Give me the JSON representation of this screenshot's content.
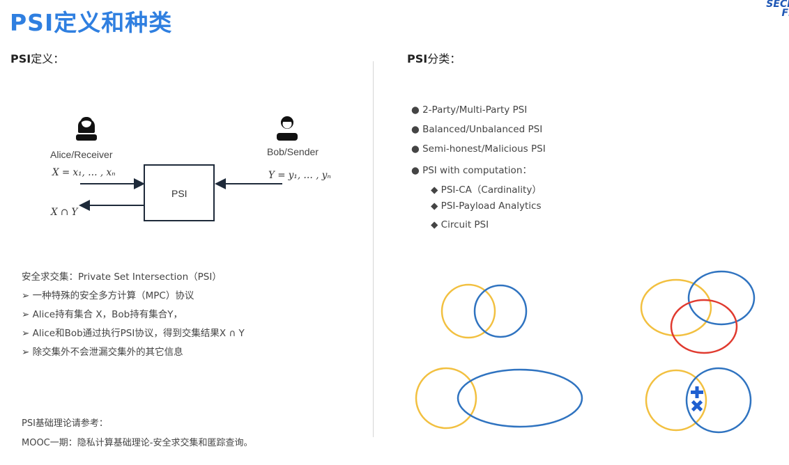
{
  "title": "PSI定义和种类",
  "logo": {
    "line1": "SECR",
    "line2": "FL"
  },
  "left": {
    "heading_bold": "PSI",
    "heading_rest": "定义：",
    "diagram": {
      "alice_label": "Alice/Receiver",
      "bob_label": "Bob/Sender",
      "alice_input": "X = x₁, … , xₙ",
      "bob_input": "Y = y₁, … , yₙ",
      "box_label": "PSI",
      "output": "X ∩ Y"
    },
    "definition_lines": [
      "安全求交集：Private Set Intersection（PSI）",
      "➢ 一种特殊的安全多方计算（MPC）协议",
      "➢ Alice持有集合 X，Bob持有集合Y，",
      "➢ Alice和Bob通过执行PSI协议，得到交集结果X ∩ Y",
      "➢ 除交集外不会泄漏交集外的其它信息"
    ],
    "reference_lines": [
      "PSI基础理论请参考：",
      "MOOC一期：隐私计算基础理论-安全求交集和匿踪查询。"
    ]
  },
  "right": {
    "heading_bold": "PSI",
    "heading_rest": "分类：",
    "bullets": [
      "● 2-Party/Multi-Party PSI",
      "● Balanced/Unbalanced PSI",
      "● Semi-honest/Malicious PSI",
      "● PSI with computation："
    ],
    "sub_bullets": [
      "◆ PSI-CA（Cardinality）",
      "◆ PSI-Payload Analytics",
      "◆ Circuit PSI"
    ]
  },
  "colors": {
    "title": "#2f7fe0",
    "yellow": "#f2c040",
    "blue": "#2f73c0",
    "red": "#e03a2f",
    "icon_blue": "#1f5fd0"
  },
  "icons": [
    "person-icon",
    "ops-plus-icon",
    "ops-times-icon"
  ]
}
